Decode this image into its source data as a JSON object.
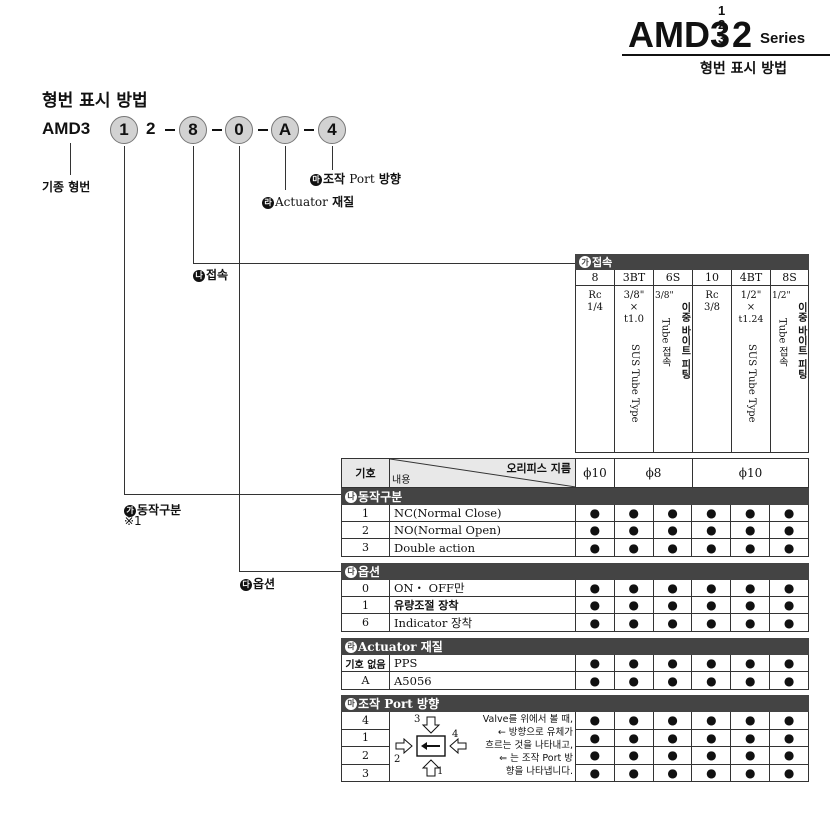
{
  "header": {
    "series_prefix": "AMD3",
    "stack_top": "1",
    "stack_mid": "2",
    "stack_bot": "3",
    "series_suffix": "2",
    "series_word": "Series",
    "subtitle": "형번 표시 방법"
  },
  "section_title": "형번 표시 방법",
  "model_code": {
    "prefix": "AMD3",
    "circles": [
      "1",
      "8",
      "0",
      "A",
      "4"
    ],
    "fixed_digit": "2"
  },
  "callouts": {
    "base_model": "기종 형번",
    "port_dir": {
      "badge": "마",
      "text_kr": "조작",
      "text_rom": "Port",
      "text_kr2": "방향"
    },
    "actuator": {
      "badge": "라",
      "text_rom": "Actuator",
      "text_kr": "재질"
    },
    "connection": {
      "badge": "나",
      "text": "접속"
    },
    "action": {
      "badge": "가",
      "text": "동작구분",
      "note": "※1"
    },
    "option": {
      "badge": "다",
      "text": "옵션"
    }
  },
  "connection_table": {
    "badge": "가",
    "title": "접속",
    "codes": [
      "8",
      "3BT",
      "6S",
      "10",
      "4BT",
      "8S"
    ],
    "desc_h": [
      "Rc",
      "",
      "",
      "Rc",
      "",
      ""
    ],
    "desc_h2": [
      "1/4",
      "",
      "",
      "3/8",
      "",
      ""
    ],
    "desc_3bt_top": "3/8\"",
    "desc_3bt_x": "×",
    "desc_3bt_t": "t1.0",
    "desc_3bt_v": "SUS Tube Type",
    "desc_6s_h": "3/8\"",
    "desc_6s_v1": "Tube 접속",
    "desc_6s_v2": "이중 바이트 피팅",
    "desc_4bt_top": "1/2\"",
    "desc_4bt_x": "×",
    "desc_4bt_t": "t1.24",
    "desc_4bt_v": "SUS Tube Type",
    "desc_8s_h": "1/2\"",
    "desc_8s_v1": "Tube 접속",
    "desc_8s_v2": "이중 바이트 피팅"
  },
  "orifice_row": {
    "code_label": "기호",
    "orifice_label": "오리피스 지름",
    "content_label": "내용",
    "values": [
      "ϕ10",
      "ϕ8",
      "ϕ10"
    ]
  },
  "action_table": {
    "badge": "나",
    "title": "동작구분",
    "rows": [
      {
        "code": "1",
        "desc": "NC(Normal Close)"
      },
      {
        "code": "2",
        "desc": "NO(Normal Open)"
      },
      {
        "code": "3",
        "desc": "Double action"
      }
    ]
  },
  "option_table": {
    "badge": "다",
    "title": "옵션",
    "rows": [
      {
        "code": "0",
        "desc": "ON・ OFF만"
      },
      {
        "code": "1",
        "desc": "유량조절 장착"
      },
      {
        "code": "6",
        "desc": "Indicator 장착"
      }
    ]
  },
  "actuator_table": {
    "badge": "라",
    "title_rom": "Actuator",
    "title_kr": "재질",
    "rows": [
      {
        "code": "기호 없음",
        "desc": "PPS"
      },
      {
        "code": "A",
        "desc": "A5056"
      }
    ]
  },
  "port_table": {
    "badge": "마",
    "title_kr": "조작",
    "title_rom": "Port",
    "title_kr2": "방향",
    "codes": [
      "4",
      "1",
      "2",
      "3"
    ],
    "diagram_labels": [
      "3",
      "4",
      "1",
      "2"
    ],
    "note": [
      "Valve를 위에서 볼 때,",
      "← 방향으로 유체가",
      "흐르는 것을 나타내고,",
      "⇐ 는 조작 Port 방",
      "향을 나타냅니다."
    ]
  },
  "dot_symbol": "●"
}
